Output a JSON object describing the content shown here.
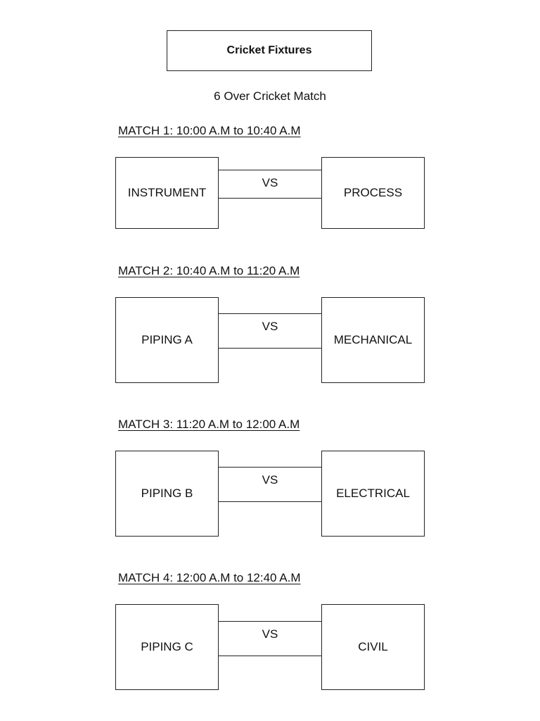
{
  "document": {
    "title": "Cricket Fixtures",
    "subtitle": "6 Over Cricket Match"
  },
  "matches": [
    {
      "heading": "MATCH 1: 10:00 A.M to 10:40 A.M",
      "team_a": "INSTRUMENT",
      "versus": "VS",
      "team_b": "PROCESS"
    },
    {
      "heading": "MATCH 2: 10:40 A.M to 11:20 A.M",
      "team_a": "PIPING A",
      "versus": "VS",
      "team_b": "MECHANICAL"
    },
    {
      "heading": "MATCH 3: 11:20 A.M to 12:00 A.M",
      "team_a": "PIPING B",
      "versus": "VS",
      "team_b": "ELECTRICAL"
    },
    {
      "heading": "MATCH 4: 12:00 A.M to 12:40 A.M",
      "team_a": "PIPING C",
      "versus": "VS",
      "team_b": "CIVIL"
    }
  ]
}
